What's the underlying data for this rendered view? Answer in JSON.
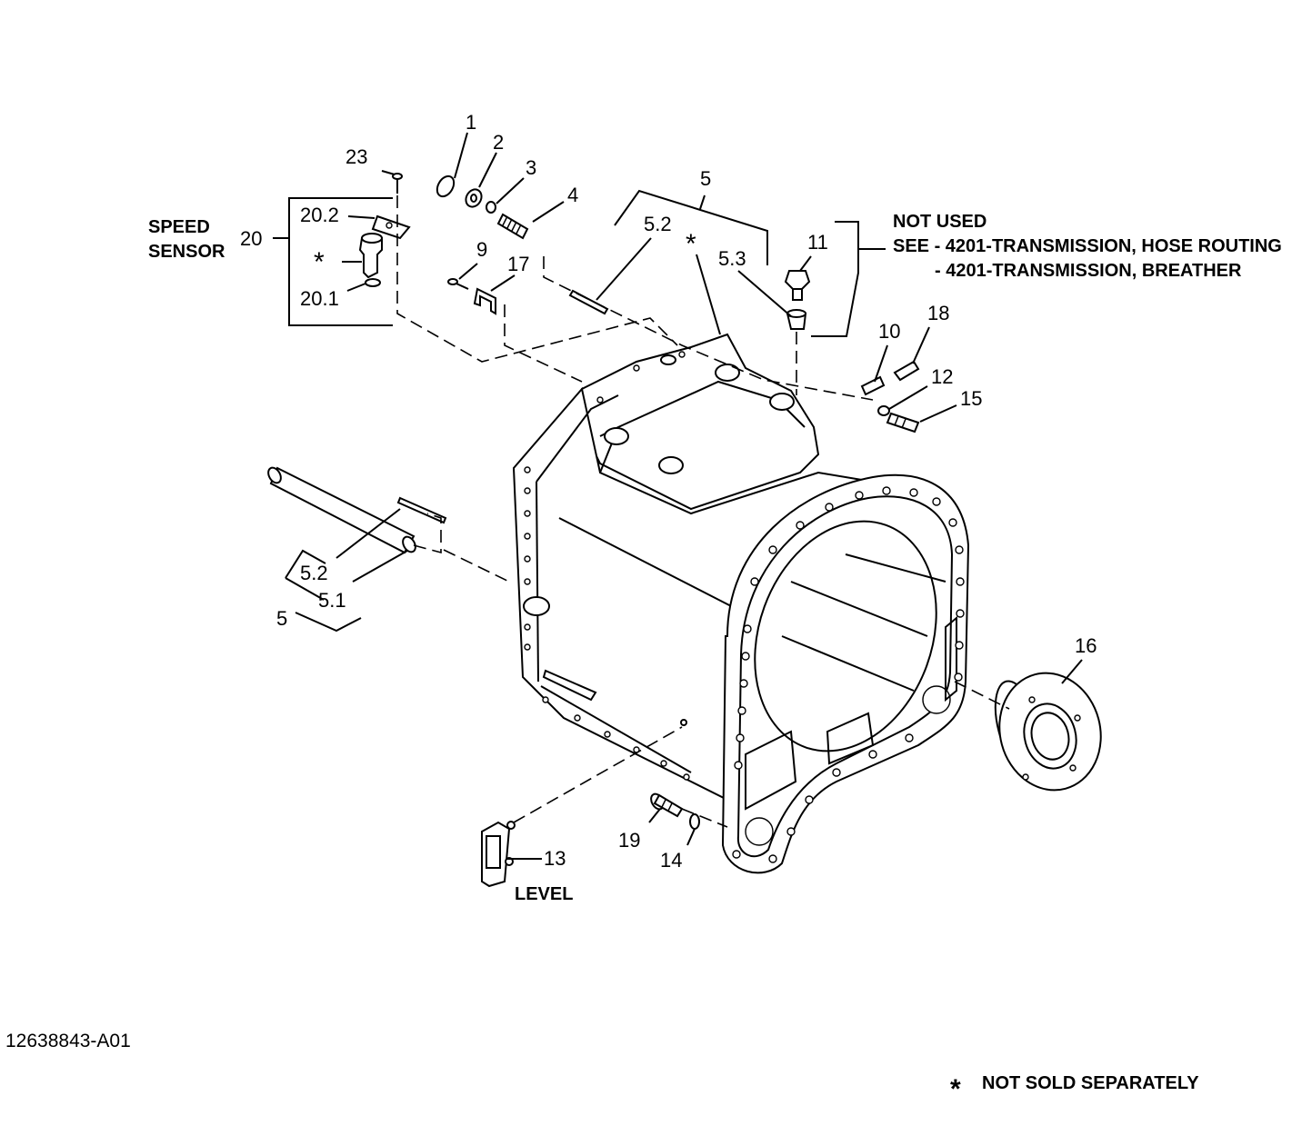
{
  "figure_id": "12638843-A01",
  "footnote": {
    "symbol": "*",
    "text": "NOT SOLD SEPARATELY"
  },
  "group_labels": {
    "speed_sensor_line1": "SPEED",
    "speed_sensor_line2": "SENSOR",
    "level": "LEVEL",
    "not_used_title": "NOT USED",
    "not_used_line1": "SEE - 4201-TRANSMISSION, HOSE ROUTING",
    "not_used_line2": "- 4201-TRANSMISSION, BREATHER"
  },
  "callouts": {
    "c1": "1",
    "c2": "2",
    "c3": "3",
    "c4": "4",
    "c5_top": "5",
    "c5_left": "5",
    "c5_1": "5.1",
    "c5_2_top": "5.2",
    "c5_2_left": "5.2",
    "c5_3": "5.3",
    "c9": "9",
    "c10": "10",
    "c11": "11",
    "c12": "12",
    "c13": "13",
    "c14": "14",
    "c15": "15",
    "c16": "16",
    "c17": "17",
    "c18": "18",
    "c19": "19",
    "c20": "20",
    "c20_1": "20.1",
    "c20_2": "20.2",
    "c23": "23",
    "star_sensor": "*",
    "star_housing": "*"
  }
}
